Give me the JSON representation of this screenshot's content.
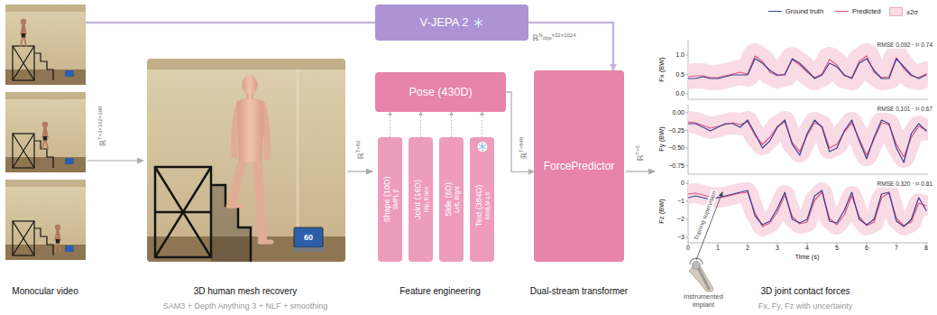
{
  "diagram": {
    "nodes": [
      {
        "text": [
          "V-JEPA 2"
        ]
      },
      {
        "text": [
          "Pose (430D)"
        ]
      },
      {
        "text": [
          "Shape (10D)",
          "SMPL β"
        ]
      },
      {
        "text": [
          "Joint (16D)",
          "Hip, Knee"
        ]
      },
      {
        "text": [
          "Side (6D)",
          "Left, Right"
        ]
      },
      {
        "text": [
          "Text (384D)",
          "MiniLM-L6"
        ]
      },
      {
        "text": [
          "ForcePredictor"
        ]
      }
    ],
    "edges": [
      {
        "from": 0,
        "to": 6,
        "arrow": "to"
      },
      {
        "from": 1,
        "to": 6,
        "arrow": "to"
      },
      {
        "from": 2,
        "to": 1,
        "arrow": "to"
      },
      {
        "from": 3,
        "to": 1,
        "arrow": "to"
      },
      {
        "from": 4,
        "to": 1,
        "arrow": "to"
      },
      {
        "from": 5,
        "to": 1,
        "arrow": "to"
      }
    ],
    "labels": [
      "ℝ",
      "T×3×312×390",
      "60",
      "ℝ",
      "T×82",
      "ℝ",
      "N",
      "clips",
      "×32×1024",
      "ℝ",
      "T×848",
      "ℝ",
      "T×6",
      "Fx (BW)",
      "Fy (BW)",
      "Fz (BW)",
      "1.0",
      "0.5",
      "0.0",
      "0.00",
      "−0.25",
      "−0.50",
      "−0.75",
      "0",
      "−1",
      "−2",
      "−3",
      "0",
      "1",
      "2",
      "3",
      "4",
      "5",
      "6",
      "7",
      "8",
      "Time (s)",
      "RMSE 0.092 · r² 0.74",
      "RMSE 0.101 · r² 0.67",
      "RMSE 0.320 · r² 0.81",
      "Training supervision",
      "Instrumented implant",
      "Monocular video",
      "3D human mesh recovery",
      "SAM3 + Depth Anything 3 + NLF + smoothing",
      "Feature engineering",
      "Dual-stream transformer",
      "3D joint contact forces",
      "Fx, Fy, Fz with uncertainty"
    ],
    "legend": [
      {
        "text": "Ground truth"
      },
      {
        "text": "Predicted"
      },
      {
        "text": "±2σ",
        "color": "#f9dbe5"
      }
    ]
  }
}
